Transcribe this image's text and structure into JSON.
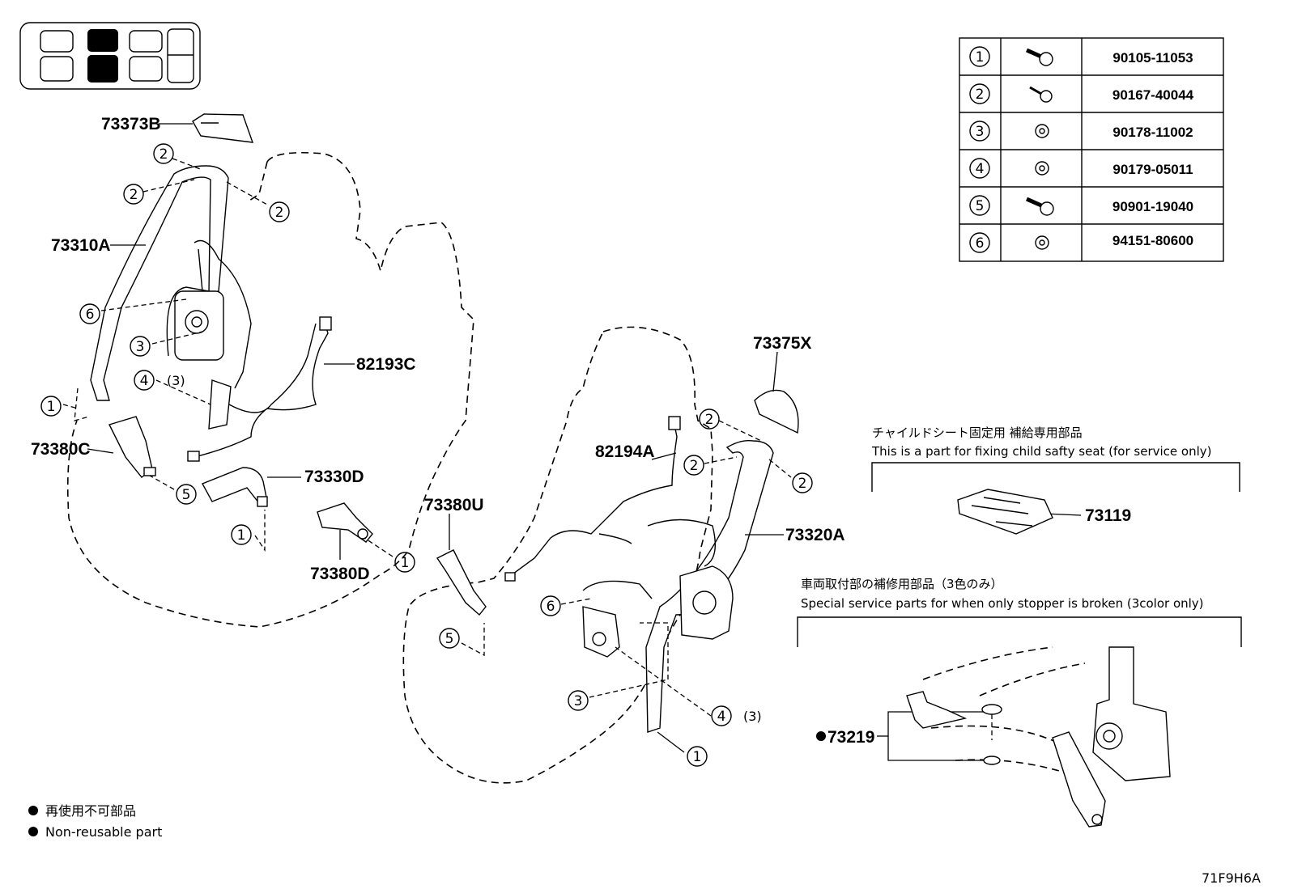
{
  "labels": {
    "l73373B": "73373B",
    "l73310A": "73310A",
    "l82193C": "82193C",
    "l73380C": "73380C",
    "l73330D": "73330D",
    "l73380D": "73380D",
    "l73375X": "73375X",
    "l82194A": "82194A",
    "l73380U": "73380U",
    "l73320A": "73320A",
    "l73119": "73119",
    "l73219": "73219",
    "qty3a": "(3)",
    "qty3b": "(3)"
  },
  "callouts": {
    "c1": "1",
    "c2": "2",
    "c3": "3",
    "c4": "4",
    "c5": "5",
    "c6": "6"
  },
  "parts_table": [
    {
      "ref": "1",
      "part_no": "90105-11053"
    },
    {
      "ref": "2",
      "part_no": "90167-40044"
    },
    {
      "ref": "3",
      "part_no": "90178-11002"
    },
    {
      "ref": "4",
      "part_no": "90179-05011"
    },
    {
      "ref": "5",
      "part_no": "90901-19040"
    },
    {
      "ref": "6",
      "part_no": "94151-80600"
    }
  ],
  "notes": {
    "child_seat_jp": "チャイルドシート固定用  補給専用部品",
    "child_seat_en": "This is a part for fixing child safty seat (for service only)",
    "stopper_jp": "車両取付部の補修用部品（3色のみ）",
    "stopper_en": "Special service parts for when only stopper is broken (3color only)"
  },
  "legend": {
    "jp": "再使用不可部品",
    "en": "Non-reusable part"
  },
  "diagram_code": "71F9H6A"
}
